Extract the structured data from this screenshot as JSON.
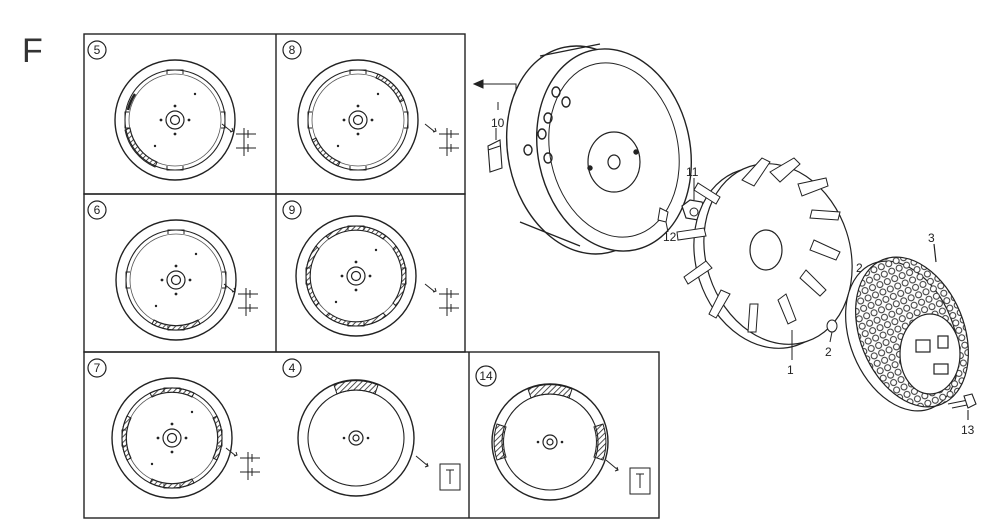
{
  "section_letter": "F",
  "variants": [
    {
      "id": "5"
    },
    {
      "id": "8"
    },
    {
      "id": "6"
    },
    {
      "id": "9"
    },
    {
      "id": "7"
    },
    {
      "id": "4"
    },
    {
      "id": "14"
    }
  ],
  "callouts": {
    "c10": "10",
    "c11": "11",
    "c12": "12",
    "c3": "3",
    "c2a": "2",
    "c2b": "2",
    "c1": "1",
    "c13": "13"
  }
}
